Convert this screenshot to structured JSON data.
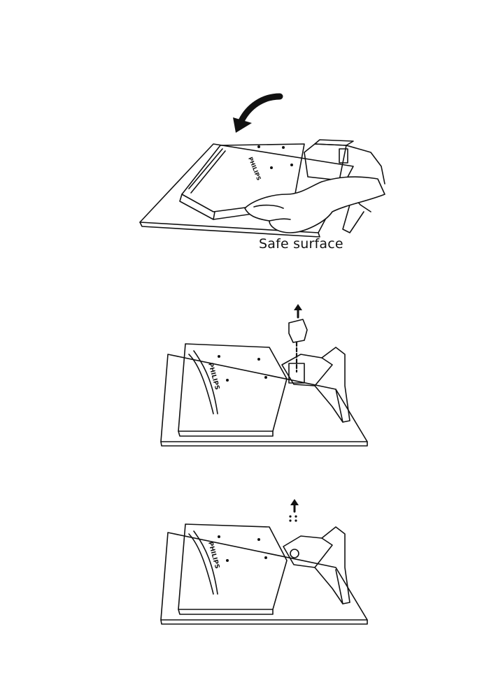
{
  "figures": [
    {
      "id": "step-1",
      "caption": "Safe surface",
      "brand_text": "PHILIPS",
      "icons": [
        "curved-arrow-icon",
        "hand-icon"
      ]
    },
    {
      "id": "step-2",
      "brand_text": "PHILIPS",
      "icons": [
        "up-arrow-icon",
        "hinge-cover-icon"
      ]
    },
    {
      "id": "step-3",
      "brand_text": "PHILIPS",
      "icons": [
        "up-arrow-icon",
        "screws-icon"
      ]
    }
  ],
  "colors": {
    "line": "#111111",
    "paper": "#ffffff"
  }
}
